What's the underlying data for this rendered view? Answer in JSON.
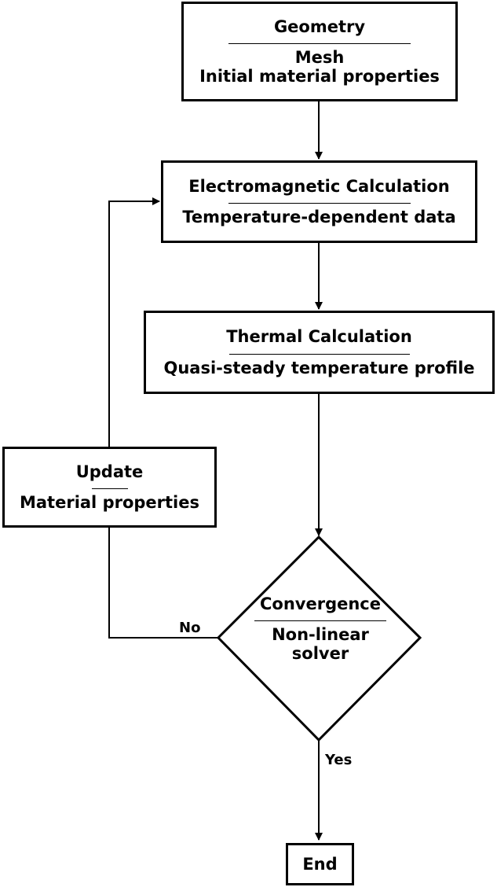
{
  "nodes": {
    "geometry": {
      "title": "Geometry",
      "body_line1": "Mesh",
      "body_line2": "Initial material properties"
    },
    "electromagnetic": {
      "title": "Electromagnetic Calculation",
      "body": "Temperature-dependent data"
    },
    "thermal": {
      "title": "Thermal Calculation",
      "body": "Quasi-steady temperature profile"
    },
    "update": {
      "title": "Update",
      "body": "Material properties"
    },
    "convergence": {
      "title": "Convergence",
      "body_line1": "Non-linear",
      "body_line2": "solver"
    },
    "end": {
      "title": "End"
    }
  },
  "edges": {
    "no_label": "No",
    "yes_label": "Yes"
  }
}
